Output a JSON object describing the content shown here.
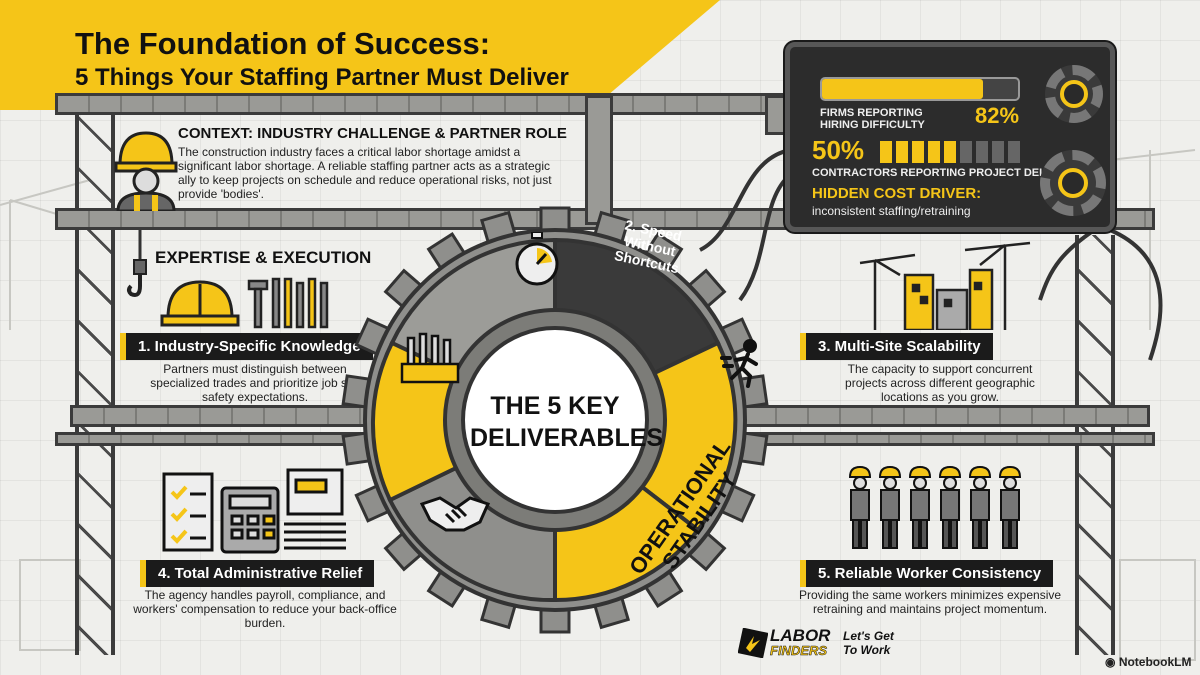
{
  "title": {
    "line1": "The Foundation of Success:",
    "line2": "5 Things Your Staffing Partner Must Deliver"
  },
  "context": {
    "heading": "CONTEXT: INDUSTRY CHALLENGE & PARTNER ROLE",
    "body": "The construction industry faces a critical labor shortage amidst a significant labor shortage. A reliable staffing partner acts as a strategic ally to keep projects on schedule and reduce operational risks, not just provide 'bodies'."
  },
  "expertise": {
    "heading": "EXPERTISE & EXECUTION"
  },
  "dashboard": {
    "stat1_label_a": "FIRMS REPORTING",
    "stat1_label_b": "HIRING DIFFICULTY",
    "stat1_value": "82%",
    "stat1_fraction": 0.82,
    "stat2_value": "50%",
    "stat2_label": "CONTRACTORS REPORTING PROJECT DELAYS",
    "hidden_heading": "HIDDEN COST DRIVER:",
    "hidden_body": "inconsistent staffing/retraining",
    "accent": "#f5c518"
  },
  "center": {
    "line1": "THE 5 KEY",
    "line2": "DELIVERABLES"
  },
  "segments": {
    "speed_line1": "2. Speed",
    "speed_line2": "Without",
    "speed_line3": "Shortcuts",
    "stability_line1": "OPERATIONAL",
    "stability_line2": "STABILITY"
  },
  "items": {
    "item1": {
      "label": "1. Industry-Specific Knowledge",
      "body": "Partners must distinguish between specialized trades and prioritize job site safety expectations."
    },
    "item3": {
      "label": "3. Multi-Site Scalability",
      "body": "The capacity to support concurrent projects across different geographic locations as you grow."
    },
    "item4": {
      "label": "4. Total Administrative Relief",
      "body": "The agency handles payroll, compliance, and workers' compensation to reduce your back-office burden."
    },
    "item5": {
      "label": "5. Reliable Worker Consistency",
      "body": "Providing the same workers minimizes expensive retraining and maintains project momentum."
    }
  },
  "footer": {
    "brand_line1": "LABOR",
    "brand_line2": "FINDERS",
    "tagline_line1": "Let's Get",
    "tagline_line2": "To Work",
    "watermark": "NotebookLM"
  },
  "icons": [
    "hard-hat-worker-icon",
    "crane-hook-icon",
    "hard-hat-icon",
    "tools-icon",
    "stopwatch-icon",
    "toolbox-icon",
    "running-person-icon",
    "handshake-icon",
    "checklist-icon",
    "calculator-icon",
    "documents-icon",
    "cranes-city-icon",
    "worker-team-icon",
    "magnifier-gear-icon",
    "gear-icon"
  ]
}
